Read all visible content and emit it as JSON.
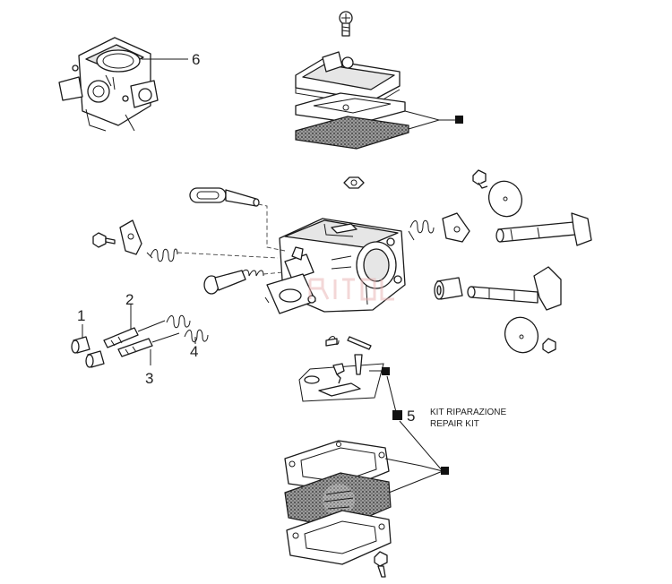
{
  "callouts": {
    "c1": "1",
    "c2": "2",
    "c3": "3",
    "c4": "4",
    "c5": "5",
    "c6": "6"
  },
  "repair_kit": {
    "line_it": "KIT RIPARAZIONE",
    "line_en": "REPAIR KIT"
  },
  "colors": {
    "line": "#1a1a1a",
    "background": "#ffffff",
    "marker": "#111111",
    "watermark": "#e8b0b0"
  }
}
